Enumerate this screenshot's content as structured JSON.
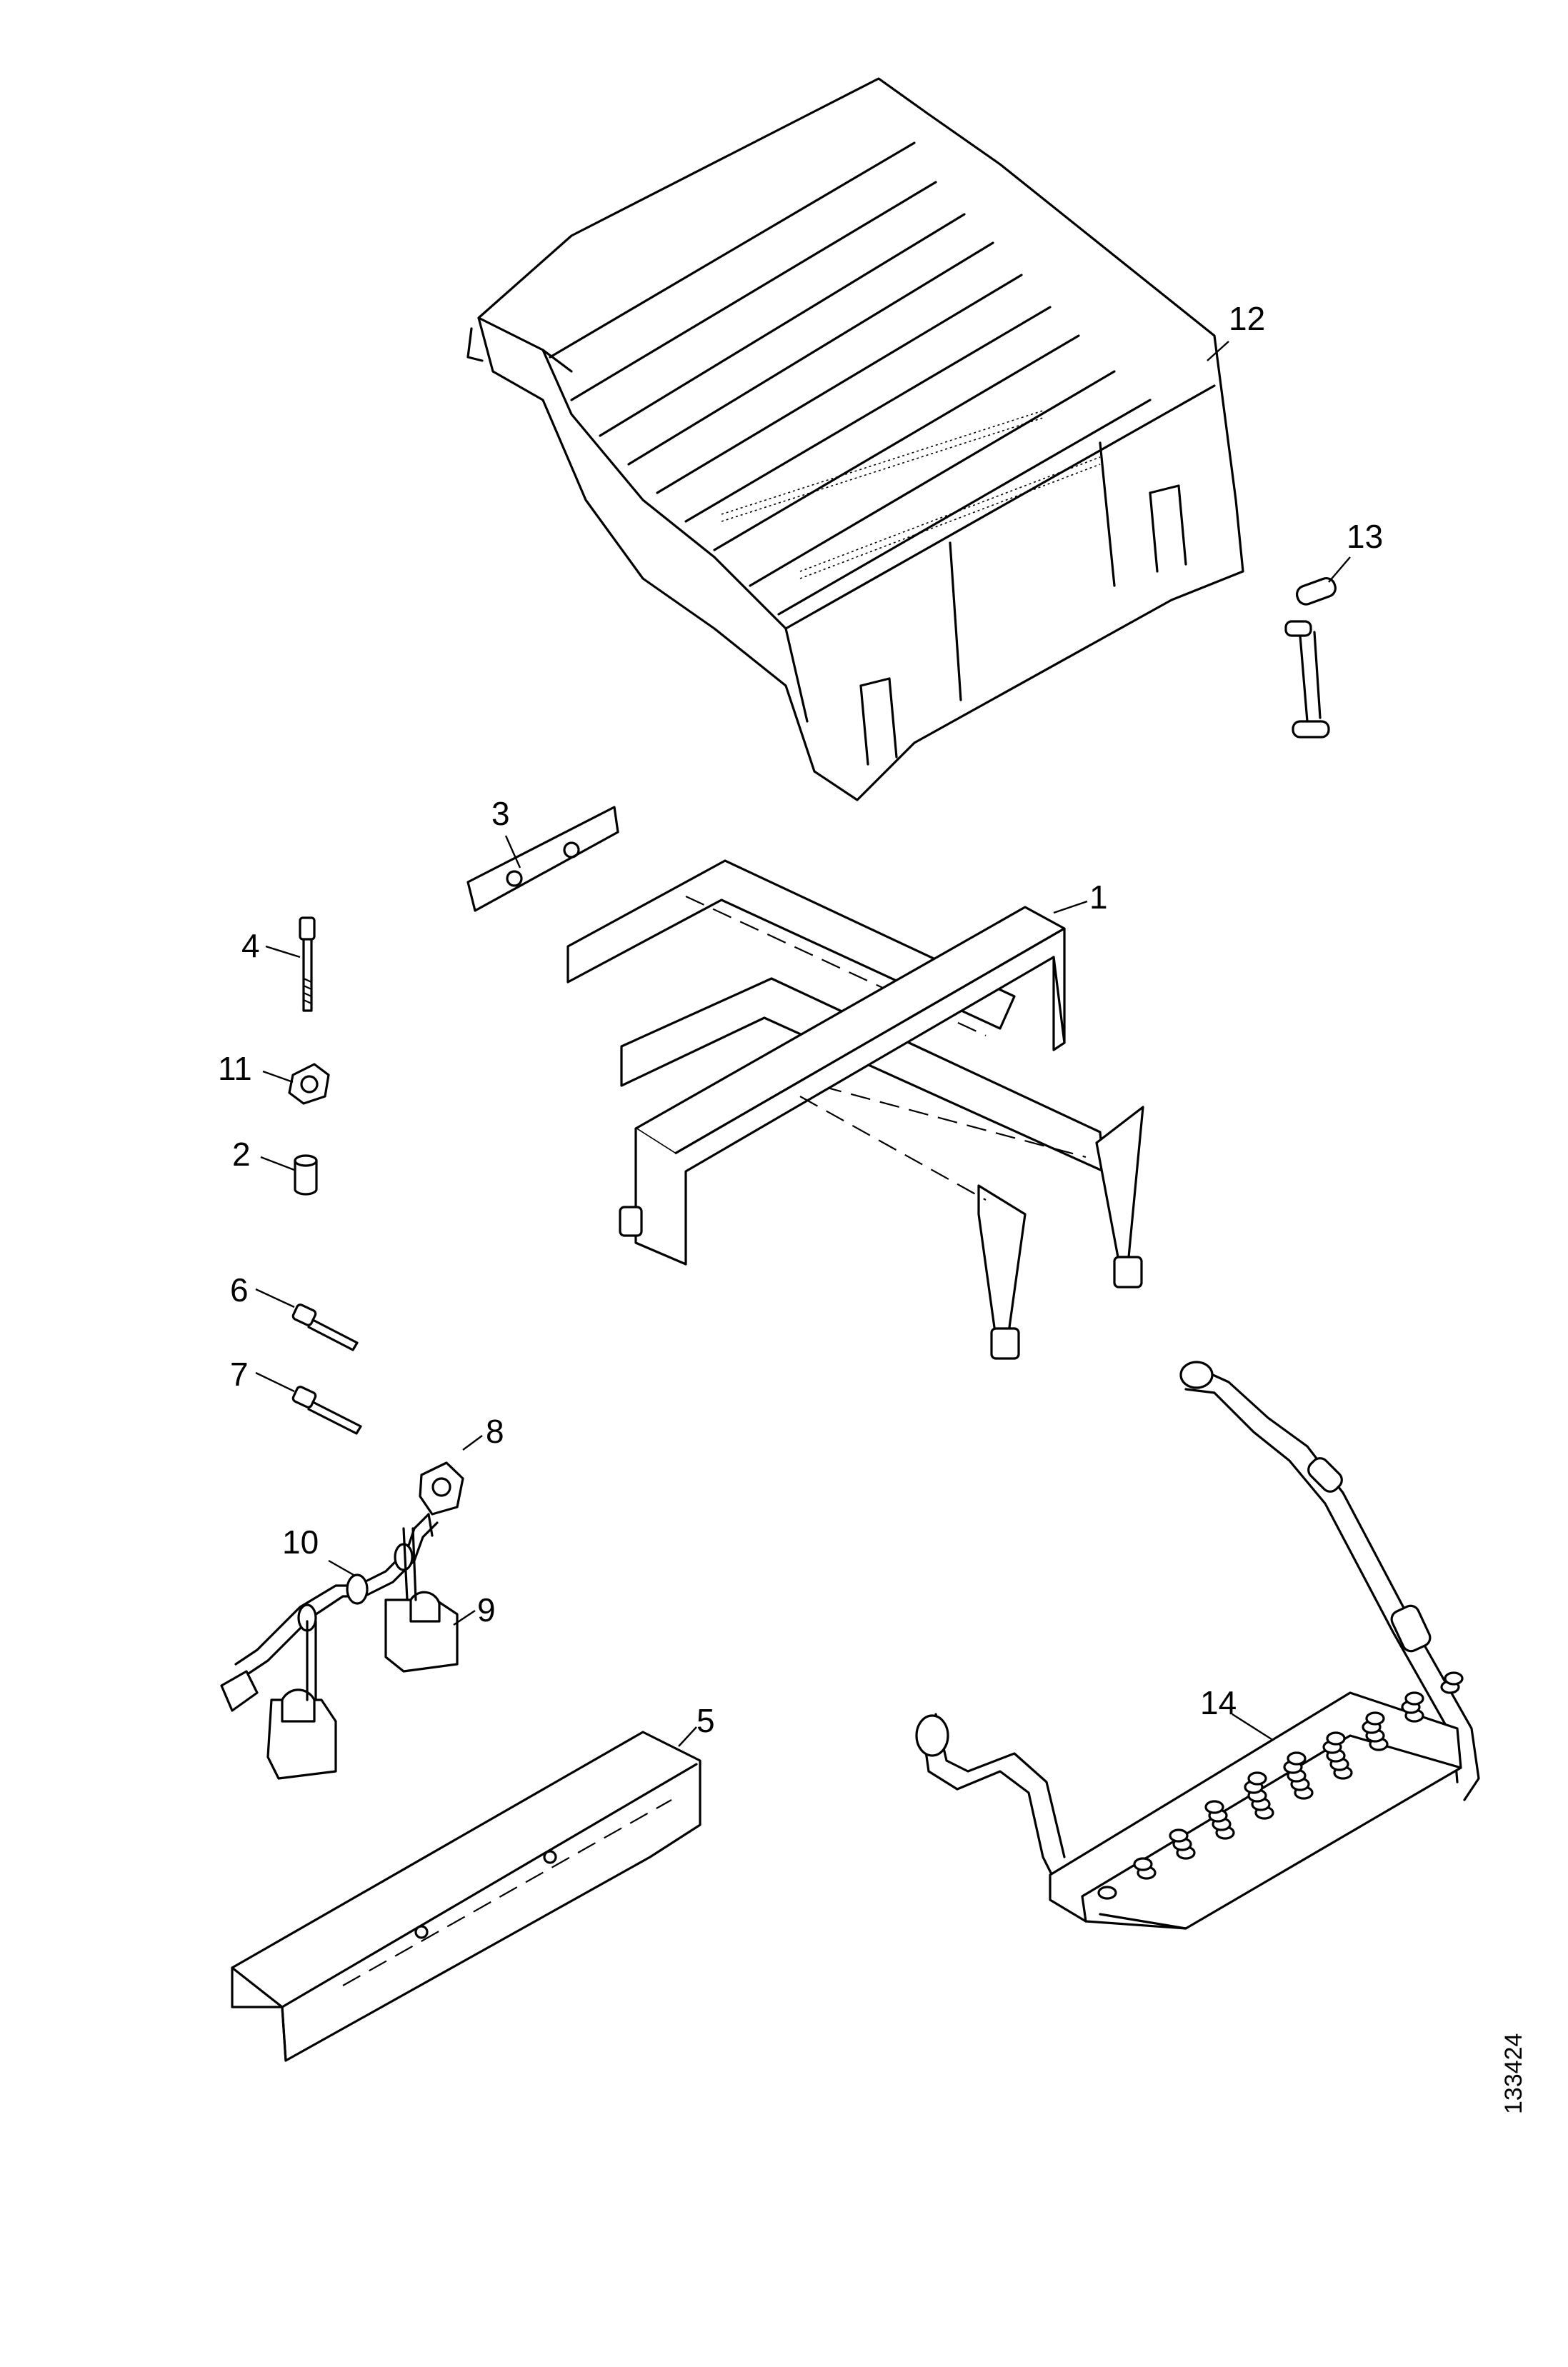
{
  "diagram": {
    "drawing_number": "133424",
    "callouts": [
      {
        "id": "1",
        "label": "1"
      },
      {
        "id": "2",
        "label": "2"
      },
      {
        "id": "3",
        "label": "3"
      },
      {
        "id": "4",
        "label": "4"
      },
      {
        "id": "5",
        "label": "5"
      },
      {
        "id": "6",
        "label": "6"
      },
      {
        "id": "7",
        "label": "7"
      },
      {
        "id": "8",
        "label": "8"
      },
      {
        "id": "9",
        "label": "9"
      },
      {
        "id": "10",
        "label": "10"
      },
      {
        "id": "11",
        "label": "11"
      },
      {
        "id": "12",
        "label": "12"
      },
      {
        "id": "13",
        "label": "13"
      },
      {
        "id": "14",
        "label": "14"
      }
    ],
    "parts": [
      {
        "callout": "1",
        "name": "battery-frame"
      },
      {
        "callout": "2",
        "name": "spacer-bushing"
      },
      {
        "callout": "3",
        "name": "strap-plate"
      },
      {
        "callout": "4",
        "name": "long-bolt"
      },
      {
        "callout": "5",
        "name": "channel-bracket"
      },
      {
        "callout": "6",
        "name": "screw"
      },
      {
        "callout": "7",
        "name": "screw"
      },
      {
        "callout": "8",
        "name": "cable-terminal"
      },
      {
        "callout": "9",
        "name": "terminal-cover"
      },
      {
        "callout": "10",
        "name": "battery-cable"
      },
      {
        "callout": "11",
        "name": "clip"
      },
      {
        "callout": "12",
        "name": "battery-box-cover"
      },
      {
        "callout": "13",
        "name": "latch-handle"
      },
      {
        "callout": "14",
        "name": "step"
      }
    ]
  }
}
